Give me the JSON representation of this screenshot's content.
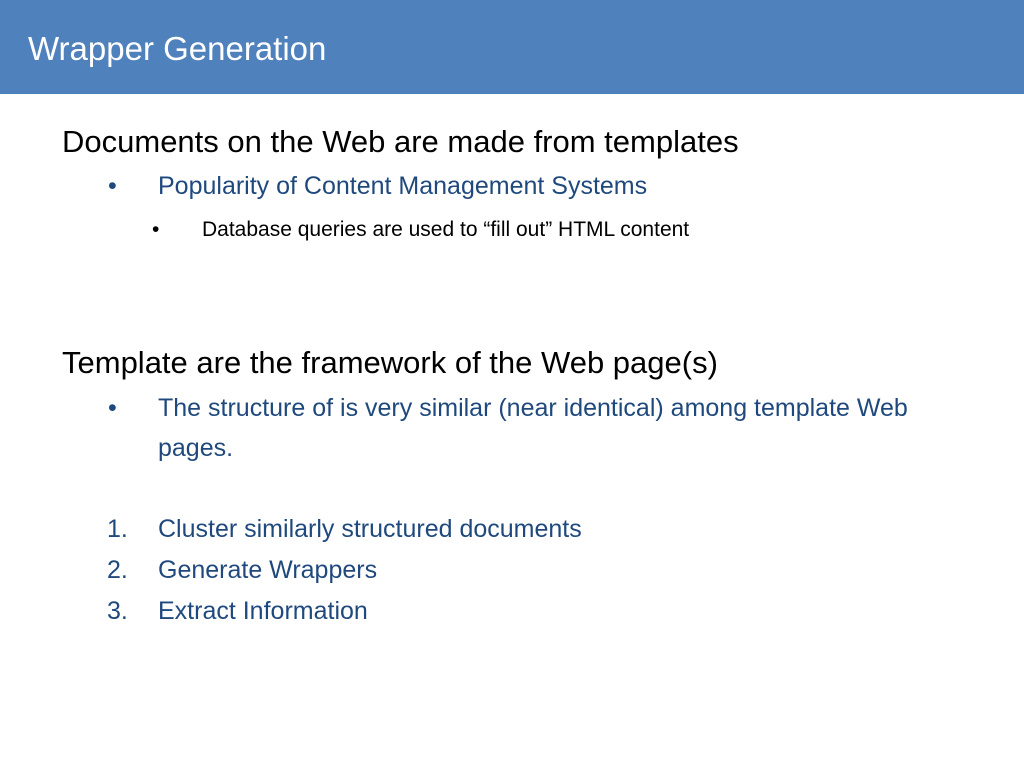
{
  "slide": {
    "title": "Wrapper Generation"
  },
  "section1": {
    "heading": "Documents on the Web are made from templates",
    "bullet": {
      "marker": "•",
      "text": "Popularity of Content Management Systems"
    },
    "subbullet": {
      "marker": "•",
      "text": "Database queries are used to “fill out” HTML content"
    }
  },
  "section2": {
    "heading": "Template are the framework of the Web page(s)",
    "bullet": {
      "marker": "•",
      "text": "The structure of is very similar (near identical) among template Web pages."
    }
  },
  "steps": [
    {
      "number": "1.",
      "text": "Cluster similarly structured documents"
    },
    {
      "number": "2.",
      "text": "Generate Wrappers"
    },
    {
      "number": "3.",
      "text": "Extract Information"
    }
  ],
  "colors": {
    "title_bar": "#4f81bd",
    "title_text": "#ffffff",
    "body_text": "#000000",
    "accent_text": "#1f497d"
  }
}
